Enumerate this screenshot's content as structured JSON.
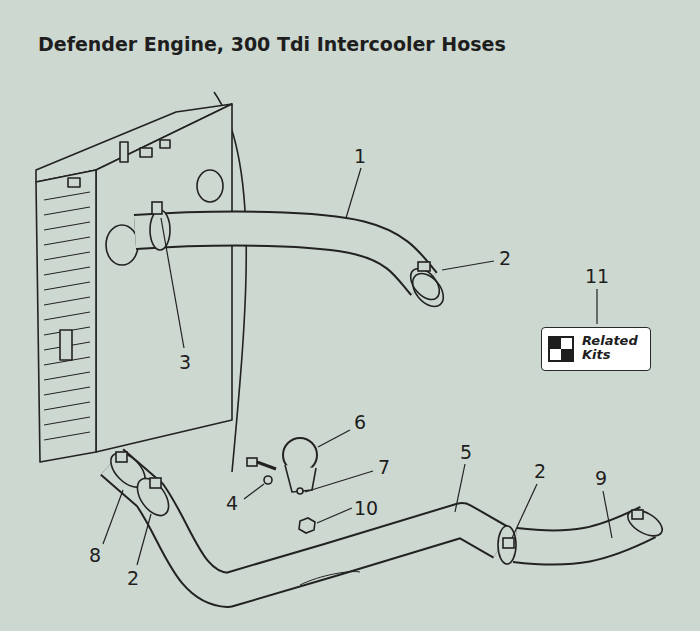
{
  "diagram": {
    "title": "Defender Engine, 300 Tdi Intercooler Hoses",
    "nodes": [
      {
        "text": [
          "Related Kits"
        ]
      }
    ],
    "labels": [
      "1",
      "2",
      "11",
      "3",
      "6",
      "5",
      "2",
      "9",
      "7",
      "4",
      "10",
      "8",
      "2"
    ]
  }
}
